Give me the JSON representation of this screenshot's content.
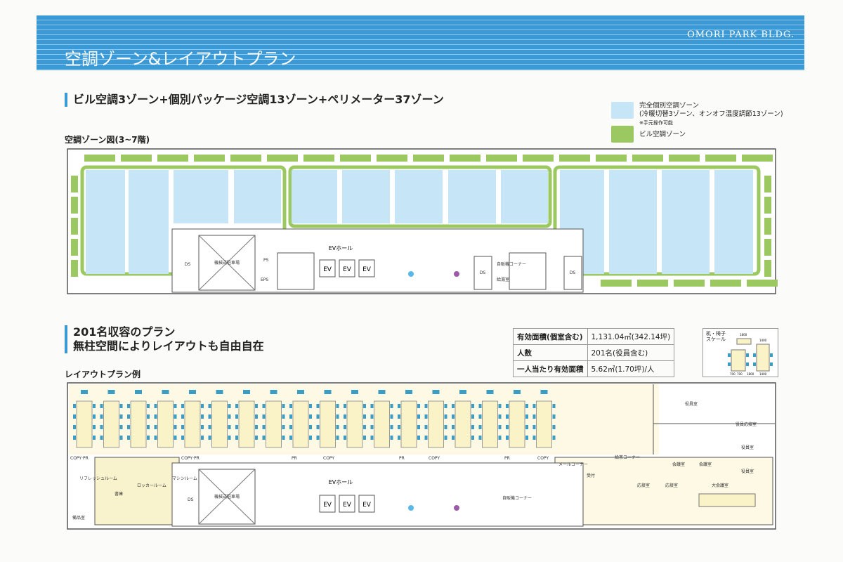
{
  "header": {
    "brand": "OMORI PARK BLDG.",
    "title": "空調ゾーン&レイアウトプラン"
  },
  "zone_section": {
    "heading": "ビル空調3ゾーン+個別パッケージ空調13ゾーン+ペリメーター37ゾーン",
    "diagram_label": "空調ゾーン図(3~7階)"
  },
  "legend": {
    "individual": {
      "label": "完全個別空調ゾーン",
      "detail": "(冷暖切替3ゾーン、オンオフ温度調節13ゾーン)",
      "note": "※手元操作可能",
      "color": "#c6e6f7"
    },
    "building": {
      "label": "ビル空調ゾーン",
      "color": "#9cc862"
    }
  },
  "core_labels": {
    "parking": "機械式駐車場",
    "ev_hall": "EVホール",
    "ds": "DS",
    "ps": "PS",
    "eps": "EPS",
    "ev": "EV",
    "vending": "自販機コーナー",
    "kitchen": "給湯室"
  },
  "layout_section": {
    "heading_line1": "201名収容のプラン",
    "heading_line2": "無柱空間によりレイアウトも自由自在",
    "plan_label": "レイアウトプラン例"
  },
  "stats": [
    {
      "label": "有効面積(個室含む)",
      "value": "1,131.04㎡(342.14坪)"
    },
    {
      "label": "人数",
      "value": "201名(役員含む)"
    },
    {
      "label": "一人当たり有効面積",
      "value": "5.62㎡(1.70坪)/人"
    }
  ],
  "scale": {
    "label": "机・椅子スケール",
    "dims": [
      "1800",
      "1400",
      "700",
      "700",
      "1800",
      "1400"
    ]
  },
  "rooms": {
    "copy_pr": "COPY·PR",
    "refresh": "リフレッシュルーム",
    "storage": "書庫",
    "locker": "ロッカールーム",
    "machine": "マシンルーム",
    "small": "備品室",
    "pr": "PR",
    "copy": "COPY",
    "reception": "受付",
    "tea": "給茶コーナー",
    "exec": "役員室",
    "exec_reception": "役員応接室",
    "meeting": "会議室",
    "guest": "応接室",
    "big_meeting": "大会議室",
    "mail": "メールコーナー"
  }
}
